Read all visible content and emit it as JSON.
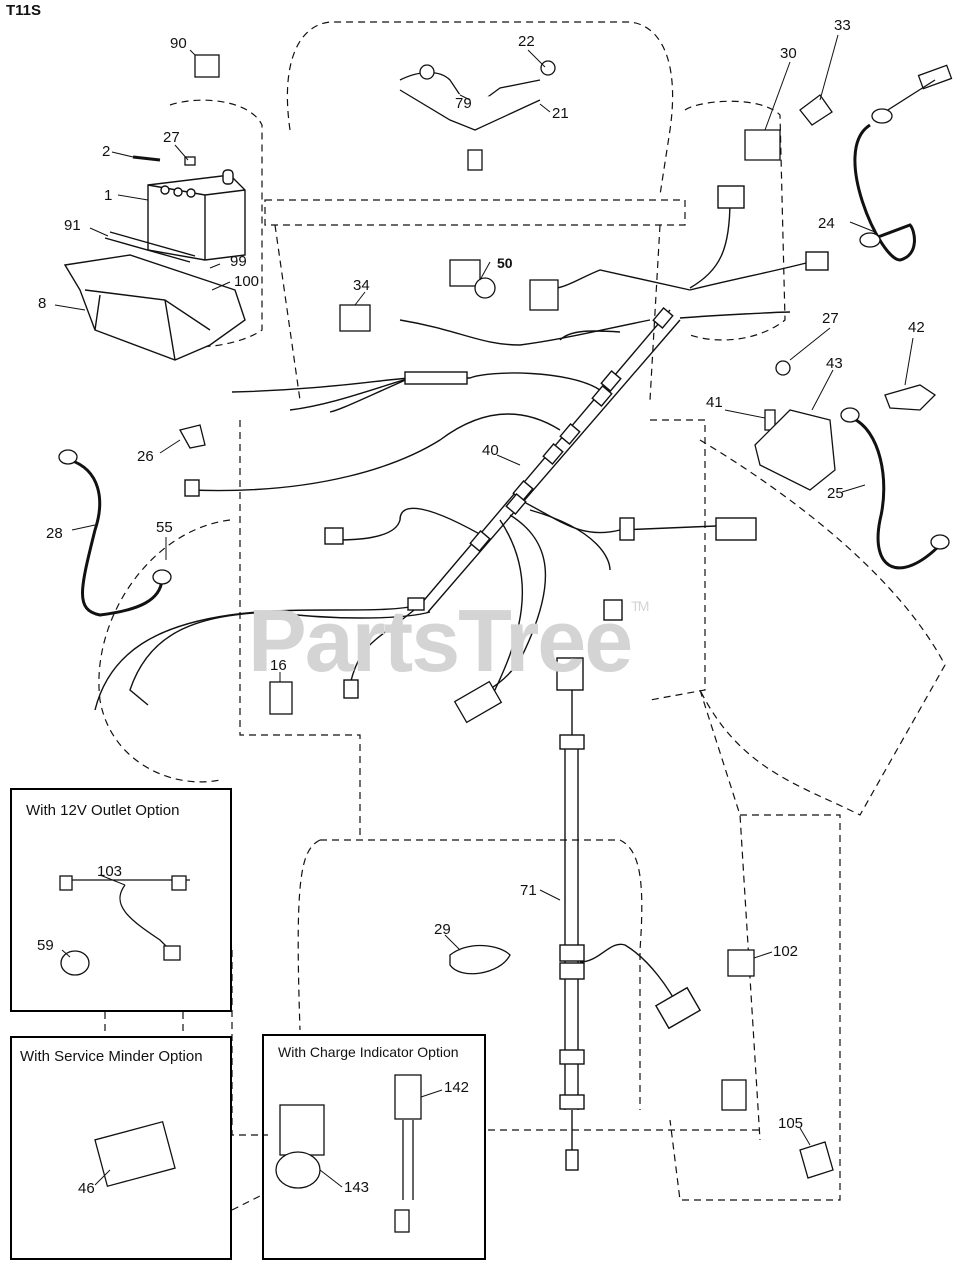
{
  "page_code": "T11S",
  "watermark": "PartsTree",
  "watermark_mark": "TM",
  "parts": {
    "p1": "1",
    "p2": "2",
    "p8": "8",
    "p16": "16",
    "p21": "21",
    "p22": "22",
    "p24": "24",
    "p25": "25",
    "p26": "26",
    "p27a": "27",
    "p27b": "27",
    "p28": "28",
    "p29": "29",
    "p30": "30",
    "p33": "33",
    "p34": "34",
    "p40": "40",
    "p41": "41",
    "p42": "42",
    "p43": "43",
    "p46": "46",
    "p50": "50",
    "p55": "55",
    "p59": "59",
    "p71": "71",
    "p79": "79",
    "p90": "90",
    "p91": "91",
    "p99": "99",
    "p100": "100",
    "p102": "102",
    "p103": "103",
    "p105": "105",
    "p142": "142",
    "p143": "143"
  },
  "options": {
    "outlet": "With 12V Outlet Option",
    "service": "With Service Minder Option",
    "charge": "With Charge Indicator Option"
  },
  "colors": {
    "line": "#111111",
    "watermark": "#d4d4d4"
  }
}
